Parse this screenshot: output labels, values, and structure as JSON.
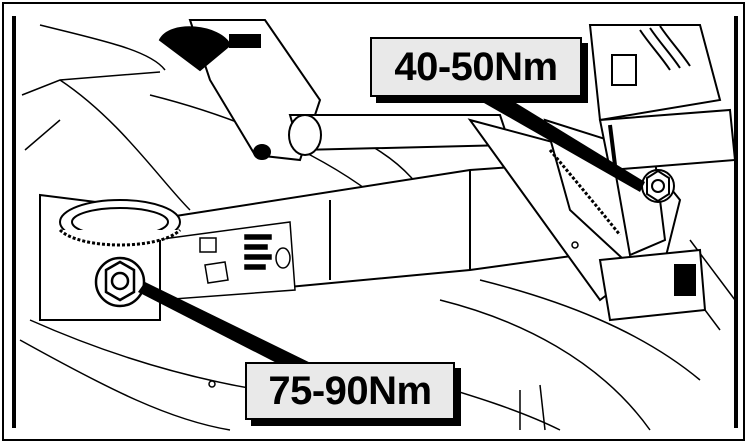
{
  "callouts": [
    {
      "id": "upper",
      "torque": "40-50Nm"
    },
    {
      "id": "lower",
      "torque": "75-90Nm"
    }
  ],
  "colors": {
    "ink": "#000000",
    "paper": "#ffffff",
    "label_fill": "#e9e9e9"
  }
}
